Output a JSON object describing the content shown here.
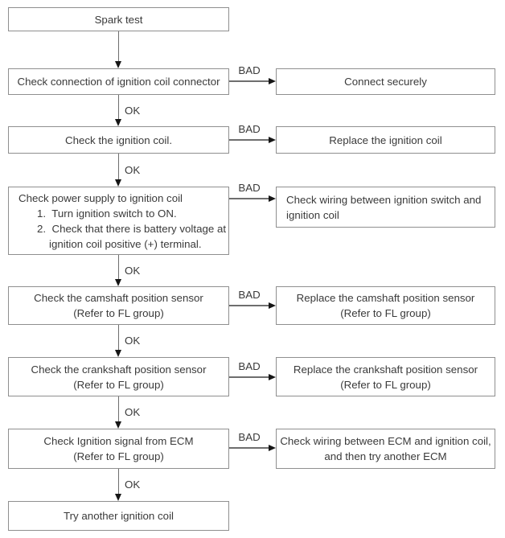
{
  "colors": {
    "box_border": "#8f8f8f",
    "text": "#3a3a3a",
    "arrow_line": "#6e6e6e",
    "arrow_head": "#161616",
    "background": "#ffffff"
  },
  "flowchart": {
    "rows": [
      {
        "id": "spark-test",
        "left": {
          "lines": [
            "Spark test"
          ]
        }
      },
      {
        "id": "check-ignition-coil-connector",
        "left": {
          "lines": [
            "Check connection of ignition coil connector"
          ]
        },
        "right": {
          "lines": [
            "Connect securely"
          ]
        },
        "bad_label": "BAD",
        "ok_label": "OK"
      },
      {
        "id": "check-ignition-coil",
        "left": {
          "lines": [
            "Check the ignition coil."
          ]
        },
        "right": {
          "lines": [
            "Replace the ignition coil"
          ]
        },
        "bad_label": "BAD",
        "ok_label": "OK"
      },
      {
        "id": "check-power-supply",
        "left": {
          "lines": [
            "Check power supply to ignition coil",
            "1.  Turn ignition switch to ON.",
            "2.  Check that there is battery voltage at",
            "ignition coil positive (+) terminal."
          ]
        },
        "right": {
          "lines": [
            "Check wiring between ignition switch and",
            "ignition coil"
          ]
        },
        "bad_label": "BAD",
        "ok_label": "OK"
      },
      {
        "id": "check-camshaft-position-sensor",
        "left": {
          "lines": [
            "Check the camshaft position sensor",
            "(Refer to FL group)"
          ]
        },
        "right": {
          "lines": [
            "Replace the camshaft position sensor",
            "(Refer to FL group)"
          ]
        },
        "bad_label": "BAD",
        "ok_label": "OK"
      },
      {
        "id": "check-crankshaft-position-sensor",
        "left": {
          "lines": [
            "Check the crankshaft position sensor",
            "(Refer to FL group)"
          ]
        },
        "right": {
          "lines": [
            "Replace the crankshaft position sensor",
            "(Refer to FL group)"
          ]
        },
        "bad_label": "BAD",
        "ok_label": "OK"
      },
      {
        "id": "check-ignition-signal-from-ecm",
        "left": {
          "lines": [
            "Check Ignition signal from ECM",
            "(Refer to FL group)"
          ]
        },
        "right": {
          "lines": [
            "Check wiring between ECM and ignition coil,",
            "and then try another ECM"
          ]
        },
        "bad_label": "BAD",
        "ok_label": "OK"
      },
      {
        "id": "try-another-ignition-coil",
        "left": {
          "lines": [
            "Try another ignition coil"
          ]
        }
      }
    ]
  }
}
